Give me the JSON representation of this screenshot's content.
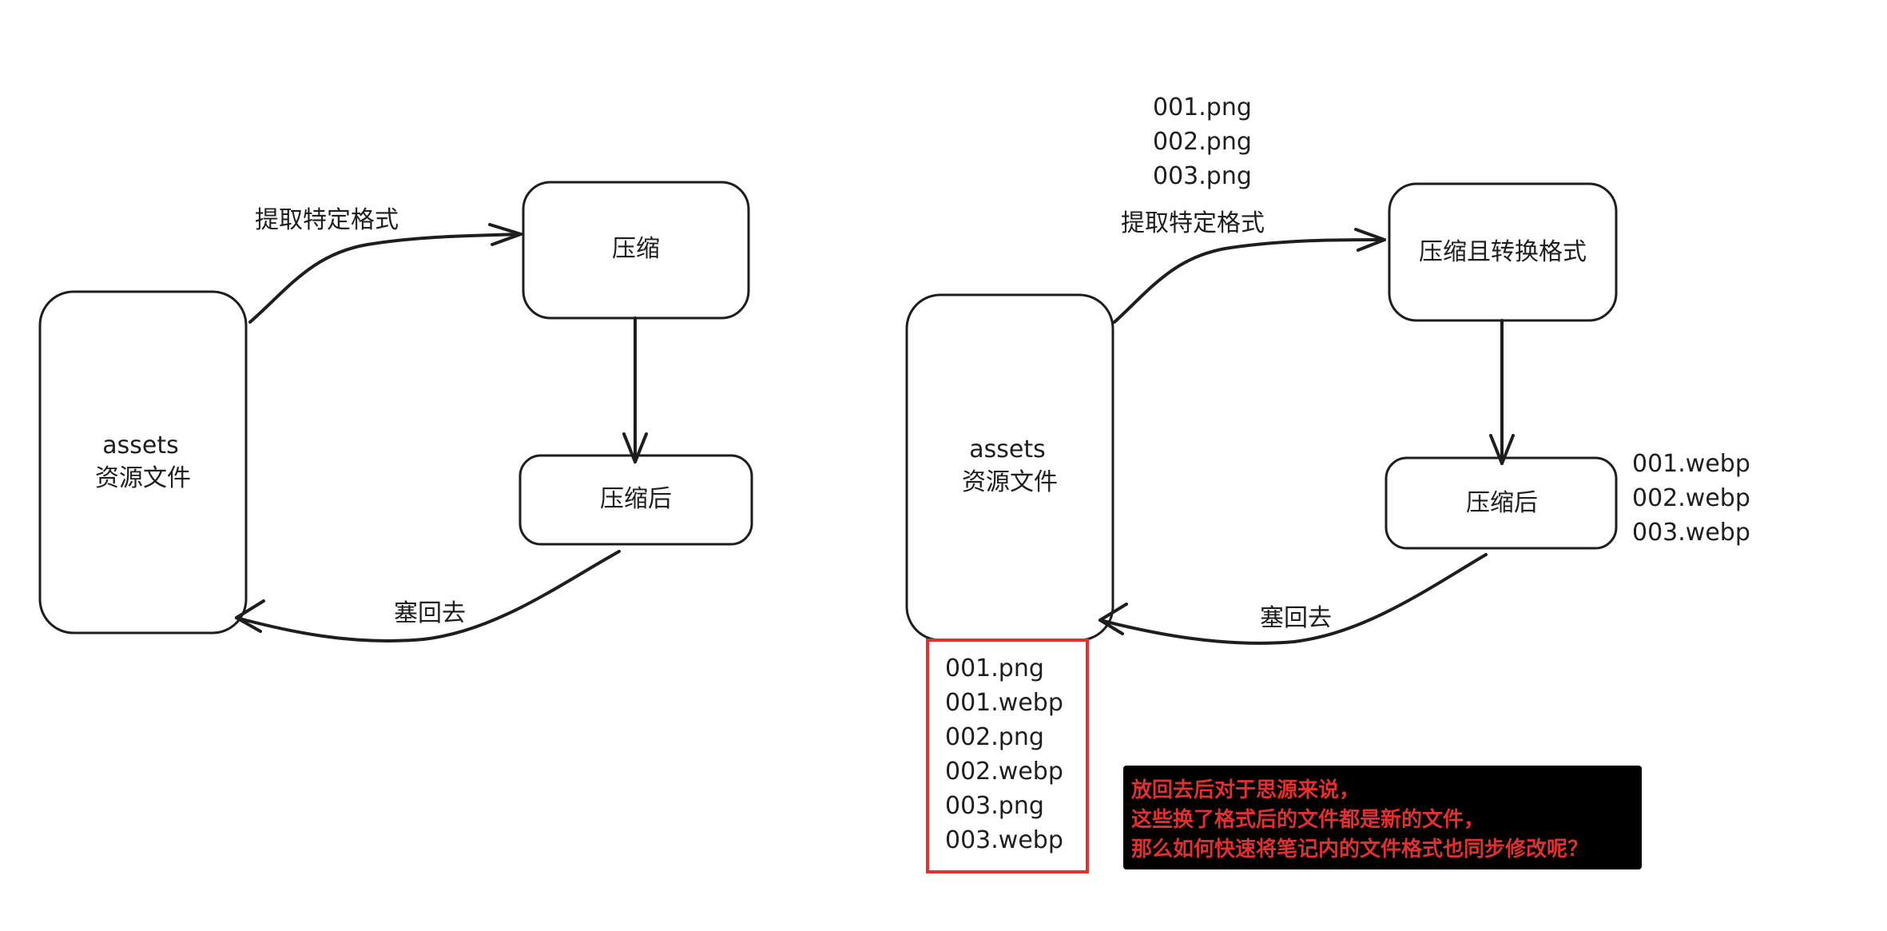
{
  "left": {
    "assets_line1": "assets",
    "assets_line2": "资源文件",
    "compress_label": "压缩",
    "compressed_label": "压缩后",
    "extract_label": "提取特定格式",
    "putback_label": "塞回去"
  },
  "right": {
    "assets_line1": "assets",
    "assets_line2": "资源文件",
    "compress_label": "压缩且转换格式",
    "compressed_label": "压缩后",
    "extract_label": "提取特定格式",
    "putback_label": "塞回去",
    "input_files": [
      "001.png",
      "002.png",
      "003.png"
    ],
    "output_files": [
      "001.webp",
      "002.webp",
      "003.webp"
    ],
    "result_files": [
      "001.png",
      "001.webp",
      "002.png",
      "002.webp",
      "003.png",
      "003.webp"
    ],
    "result_border_color": "#e03131",
    "note_lines": [
      "放回去后对于思源来说，",
      "这些换了格式后的文件都是新的文件，",
      "那么如何快速将笔记内的文件格式也同步修改呢？"
    ],
    "note_bg_color": "#000000",
    "note_text_color": "#e03131"
  }
}
